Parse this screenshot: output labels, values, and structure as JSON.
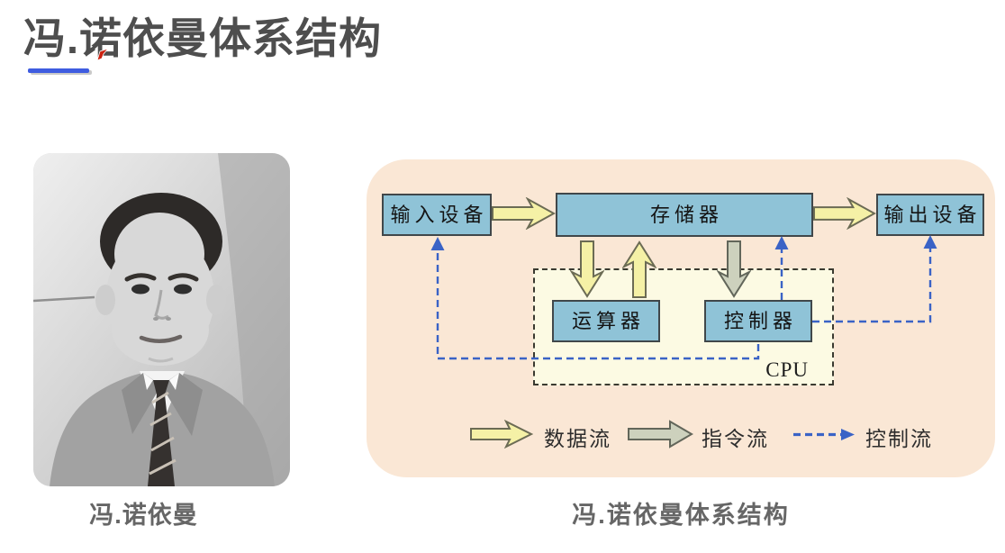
{
  "page": {
    "title": "冯.诺依曼体系结构"
  },
  "photo": {
    "caption": "冯.诺依曼"
  },
  "diagram": {
    "caption": "冯.诺依曼体系结构",
    "panel_bg": "#fae7d5",
    "box_fill": "#8fc3d7",
    "cpu_fill": "#fcfae3",
    "boxes": {
      "input": "输入设备",
      "memory": "存储器",
      "output": "输出设备",
      "alu": "运算器",
      "controller": "控制器"
    },
    "cpu_label": "CPU",
    "legend": [
      {
        "icon": "data-flow-arrow-icon",
        "label": "数据流",
        "color": "#f5f1a6"
      },
      {
        "icon": "instruction-flow-arrow-icon",
        "label": "指令流",
        "color": "#cdd1bd"
      },
      {
        "icon": "control-flow-arrow-icon",
        "label": "控制流",
        "color": "#3a63c6"
      }
    ]
  }
}
